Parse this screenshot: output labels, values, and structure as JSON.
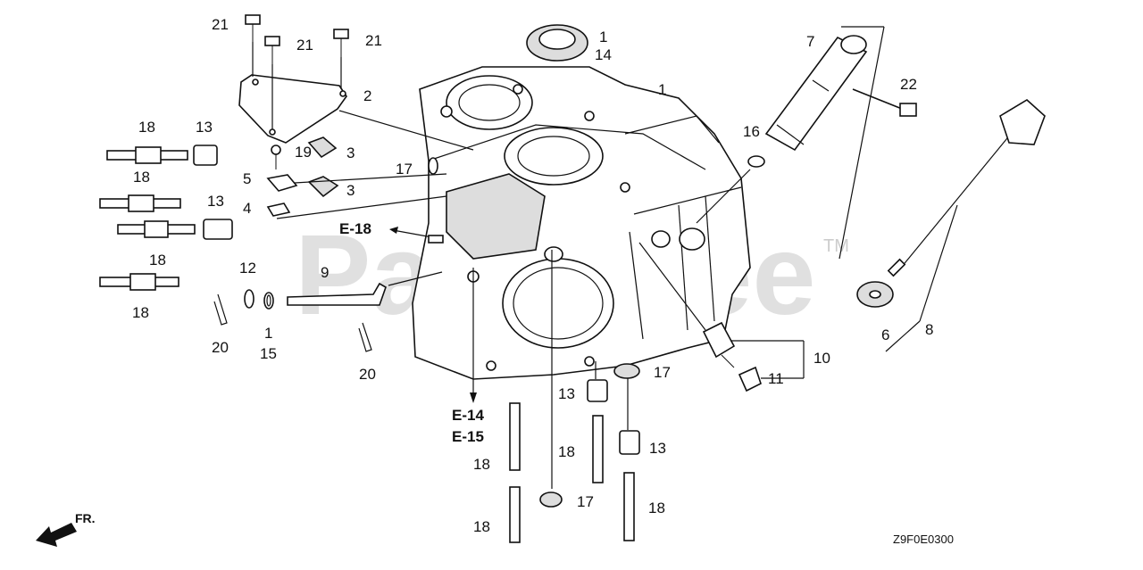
{
  "watermark": {
    "text": "PartsTree",
    "trademark": "TM"
  },
  "diagram_code": "Z9F0E0300",
  "front_indicator": "FR.",
  "refs": {
    "e18": "E-18",
    "e14": "E-14",
    "e15": "E-15"
  },
  "callouts": {
    "c1_top": "1",
    "c14": "14",
    "c1_block": "1",
    "c7": "7",
    "c22": "22",
    "c21_a": "21",
    "c21_b": "21",
    "c21_c": "21",
    "c2": "2",
    "c18_a": "18",
    "c13_a": "13",
    "c19": "19",
    "c3_a": "3",
    "c5": "5",
    "c3_b": "3",
    "c4": "4",
    "c18_b": "18",
    "c13_b": "13",
    "c18_c": "18",
    "c18_d": "18",
    "c17_a": "17",
    "c16": "16",
    "c12": "12",
    "c9": "9",
    "c1_b": "1",
    "c15": "15",
    "c20_a": "20",
    "c20_b": "20",
    "c10": "10",
    "c11": "11",
    "c17_b": "17",
    "c13_c": "13",
    "c13_d": "13",
    "c18_e": "18",
    "c18_f": "18",
    "c18_g": "18",
    "c18_h": "18",
    "c17_c": "17",
    "c6": "6",
    "c8": "8"
  }
}
